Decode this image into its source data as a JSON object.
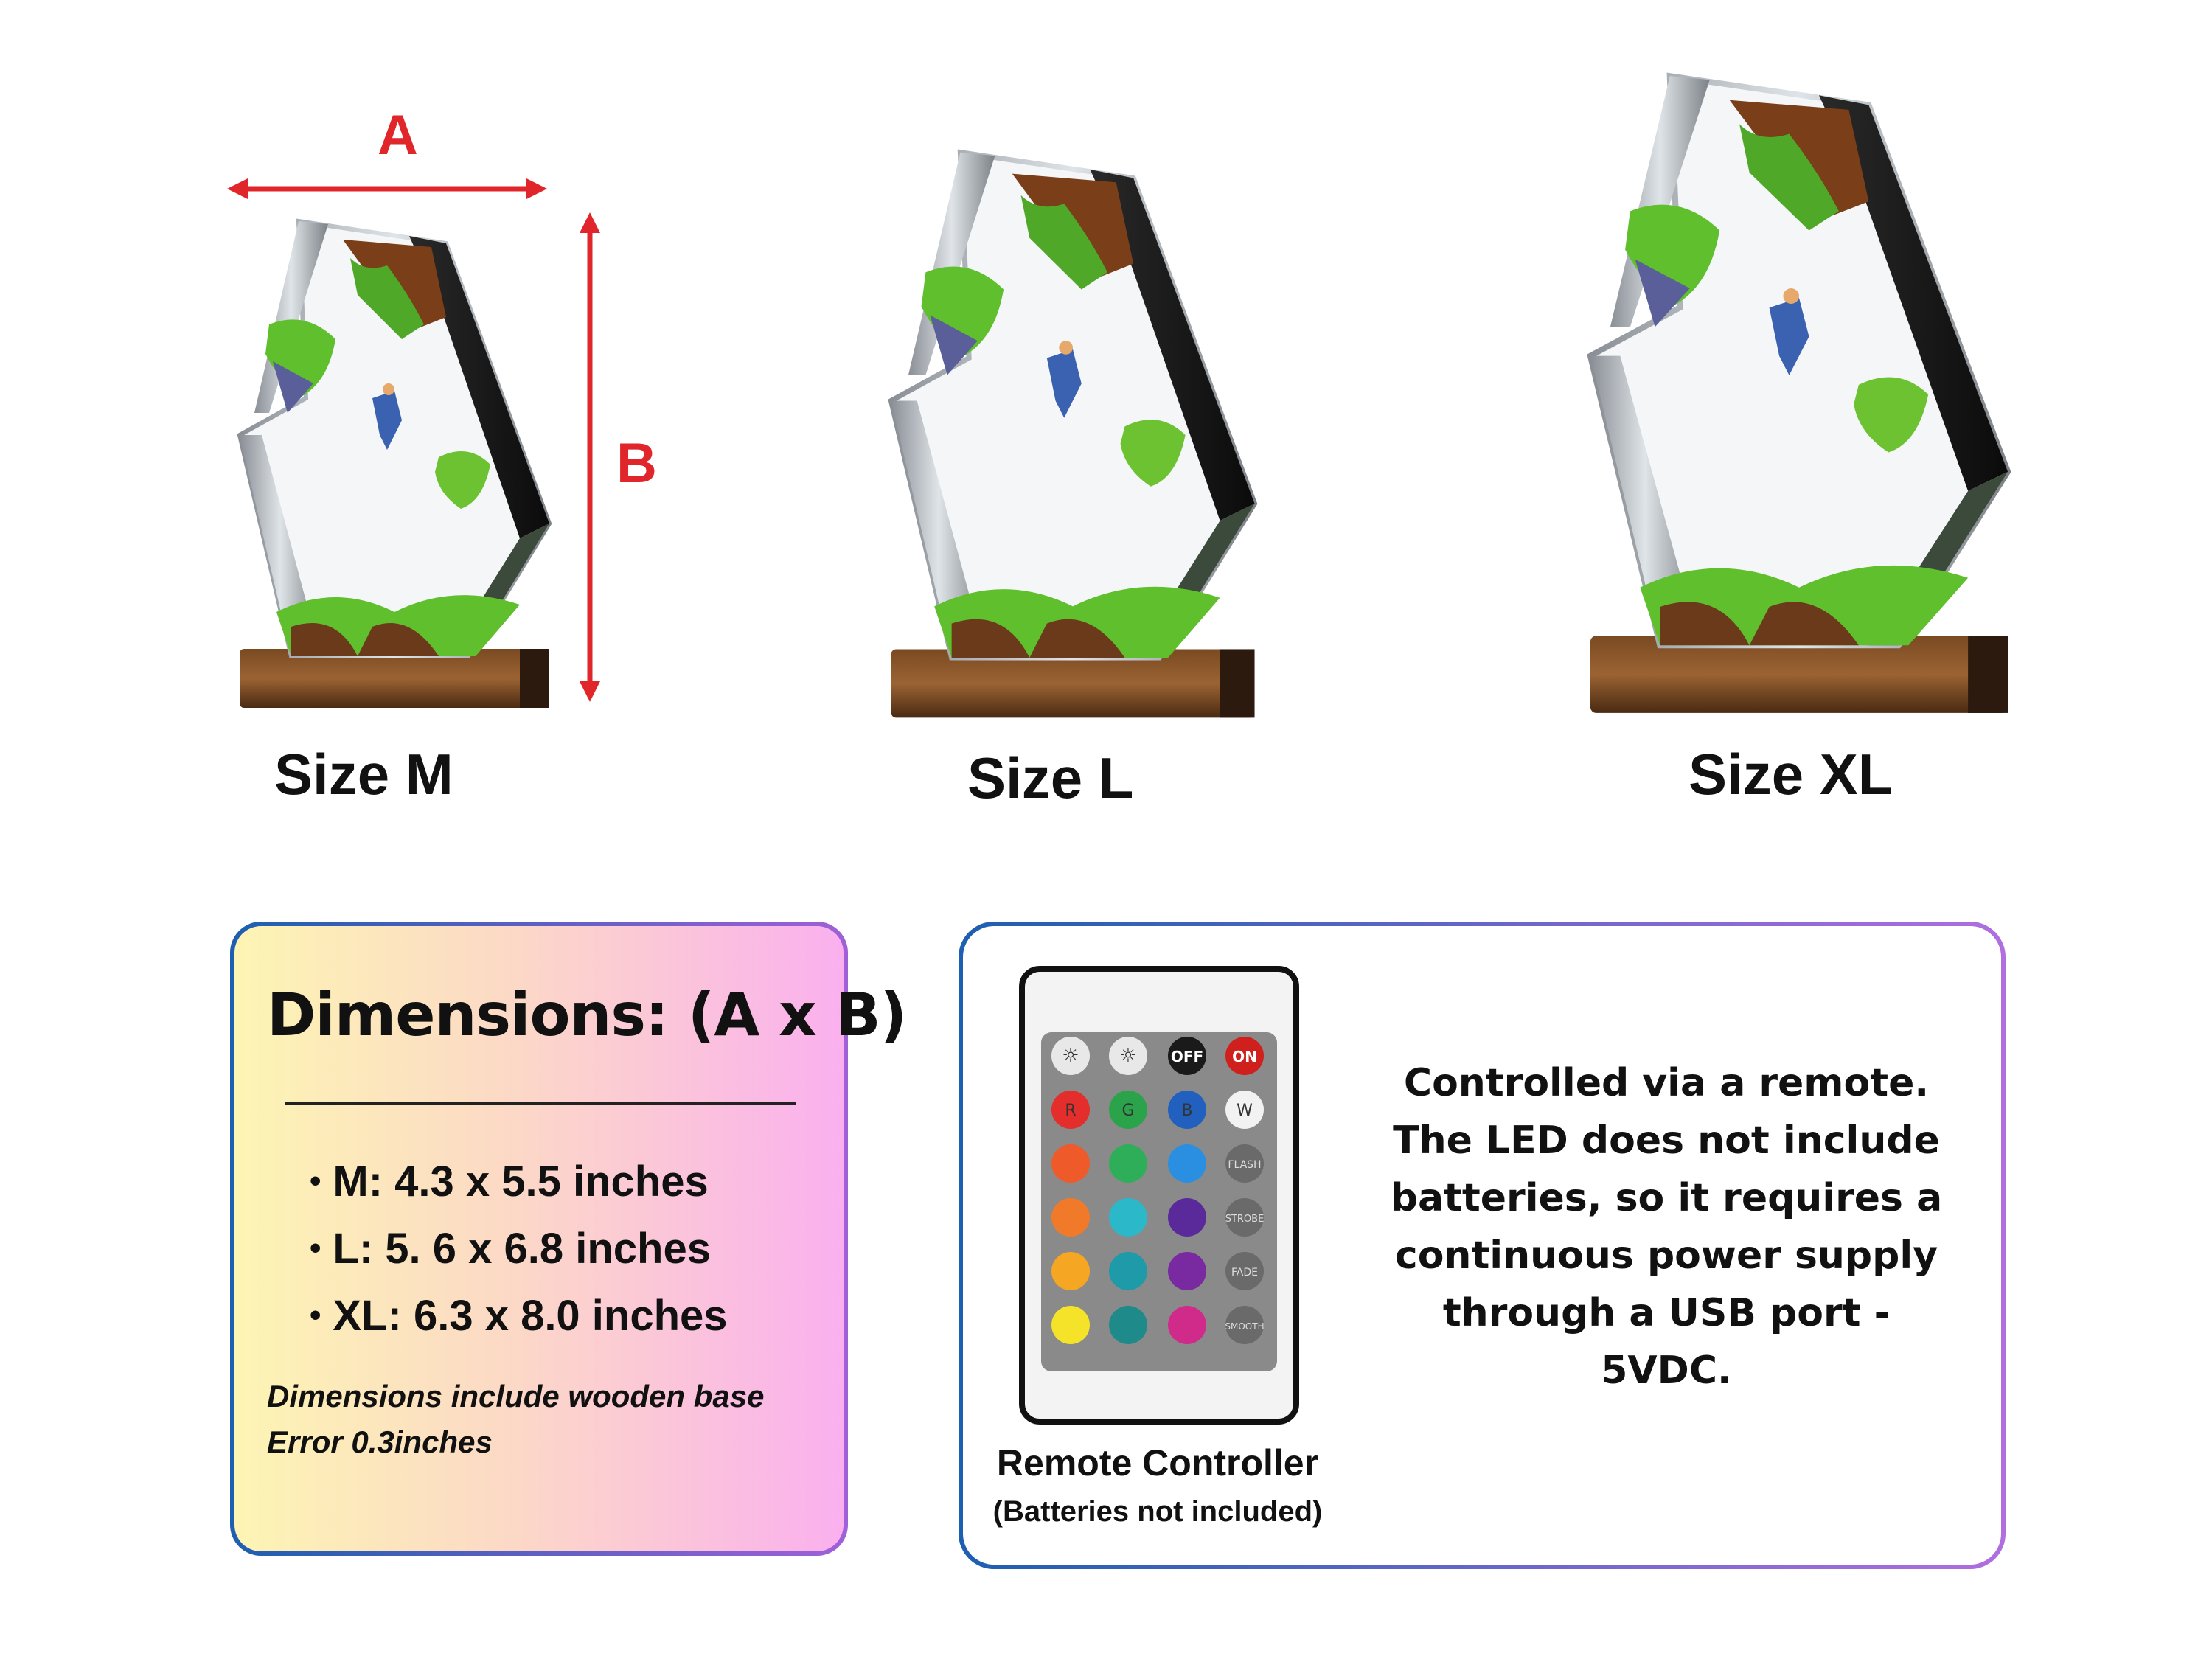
{
  "dimension_labels": {
    "width": "A",
    "height": "B"
  },
  "sizes": [
    {
      "label": "Size M"
    },
    {
      "label": "Size L"
    },
    {
      "label": "Size XL"
    }
  ],
  "dimensions_card": {
    "title": "Dimensions: (A x B)",
    "items": [
      "M: 4.3 x 5.5 inches",
      "L: 5. 6 x 6.8 inches",
      "XL: 6.3 x 8.0 inches"
    ],
    "notes": [
      "Dimensions include wooden base",
      "Error 0.3inches"
    ]
  },
  "remote_card": {
    "description": "Controlled via a remote. The LED does not include batteries, so it requires a continuous power supply through a USB port - 5VDC.",
    "description_lines": [
      "Controlled via a remote.",
      "The LED does not include",
      "batteries, so it requires a",
      "continuous power supply",
      "through a USB port -",
      "5VDC."
    ],
    "caption": "Remote Controller",
    "sub_caption": "(Batteries not included)",
    "buttons": {
      "off": "OFF",
      "on": "ON",
      "r": "R",
      "g": "G",
      "b": "B",
      "w": "W",
      "flash": "FLASH",
      "strobe": "STROBE",
      "fade": "FADE",
      "smooth": "SMOOTH"
    }
  },
  "colors": {
    "accent_red": "#e0262b",
    "border_blue": "#1d5fb0",
    "border_purple": "#b06ee0"
  }
}
